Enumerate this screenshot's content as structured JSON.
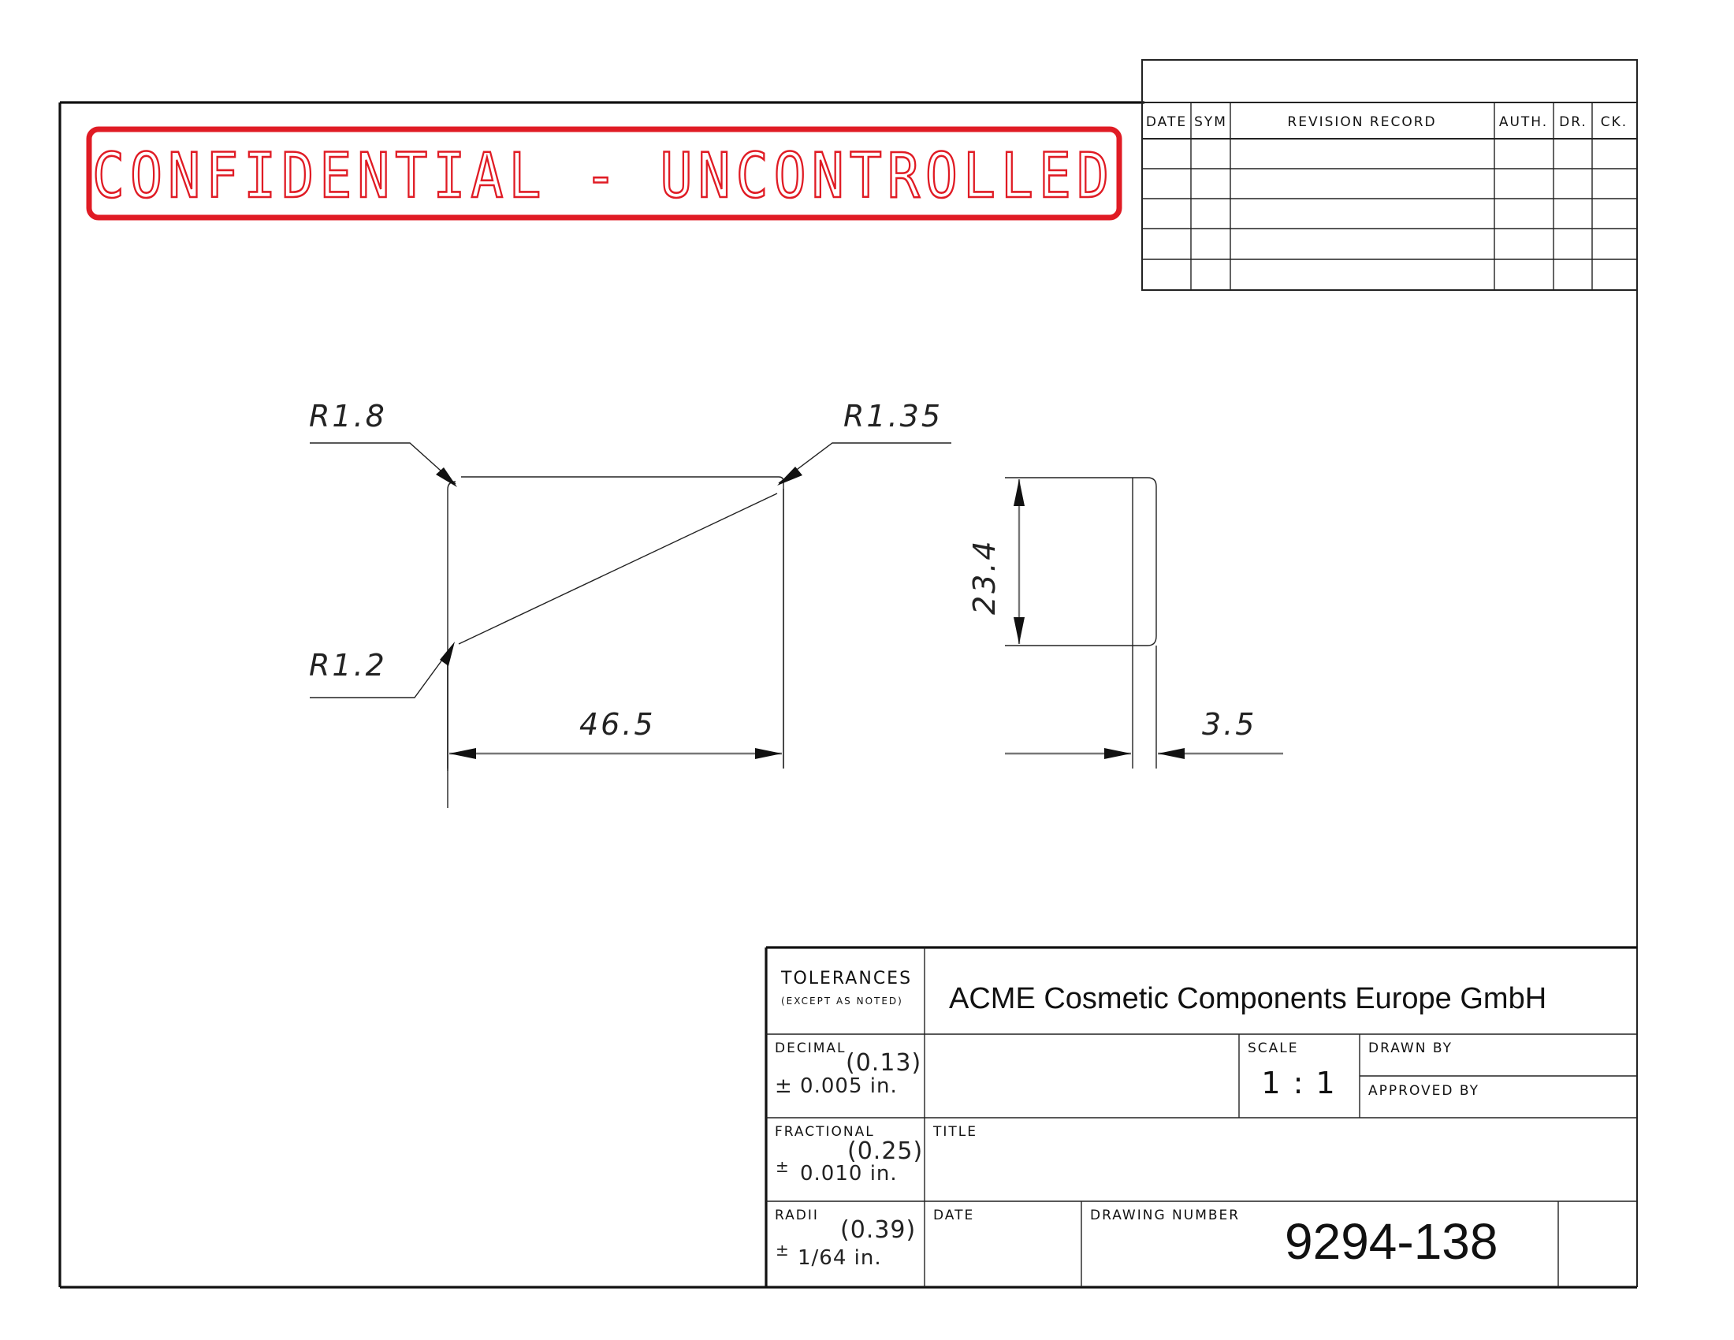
{
  "stamp": {
    "text": "CONFIDENTIAL - UNCONTROLLED",
    "color": "#e01b24"
  },
  "revision_block": {
    "headers": {
      "date": "DATE",
      "sym": "SYM",
      "record": "REVISION RECORD",
      "auth": "AUTH.",
      "dr": "DR.",
      "ck": "CK."
    },
    "rows": 5
  },
  "dimensions": {
    "radius_top_left": "R1.8",
    "radius_top_right": "R1.35",
    "radius_bottom_left": "R1.2",
    "width": "46.5",
    "height": "23.4",
    "thickness": "3.5"
  },
  "title_block": {
    "tolerances_label": "TOLERANCES",
    "except_label": "(EXCEPT AS NOTED)",
    "company": "ACME Cosmetic Components Europe GmbH",
    "decimal": {
      "label": "DECIMAL",
      "metric": "(0.13)",
      "value": "± 0.005  in."
    },
    "fractional": {
      "label": "FRACTIONAL",
      "metric": "(0.25)",
      "pm": "±",
      "value": "0.010  in."
    },
    "radii": {
      "label": "RADII",
      "metric": "(0.39)",
      "pm": "±",
      "value": "1/64  in."
    },
    "scale_label": "SCALE",
    "scale_value": "1 : 1",
    "drawn_by_label": "DRAWN BY",
    "approved_by_label": "APPROVED BY",
    "title_label": "TITLE",
    "date_label": "DATE",
    "drawing_number_label": "DRAWING NUMBER",
    "drawing_number": "9294-138"
  }
}
